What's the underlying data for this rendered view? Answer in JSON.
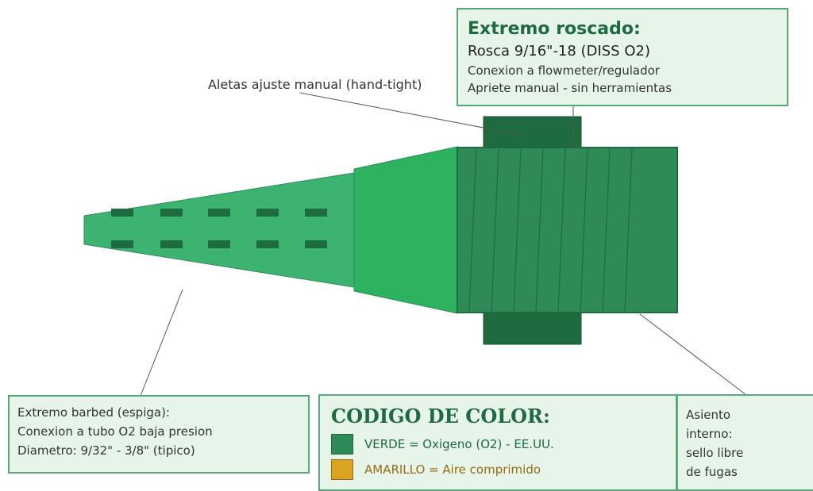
{
  "labels": {
    "fins": "Aletas ajuste manual (hand-tight)"
  },
  "threaded_end": {
    "title": "Extremo roscado:",
    "thread": "Rosca 9/16\"-18 (DISS O2)",
    "line1": "Conexion a flowmeter/regulador",
    "line2": "Apriete manual - sin herramientas"
  },
  "barbed_end": {
    "line1": "Extremo barbed (espiga):",
    "line2": "Conexion a tubo O2 baja presion",
    "line3": "Diametro: 9/32\" - 3/8\" (tipico)"
  },
  "color_code": {
    "title": "CODIGO DE COLOR:",
    "items": [
      {
        "label": "VERDE = Oxigeno (O2) - EE.UU.",
        "color": "#2e8b57",
        "text_color": "#1e6b40"
      },
      {
        "label": "AMARILLO = Aire comprimido",
        "color": "#daa520",
        "text_color": "#9a6a10"
      }
    ]
  },
  "internal_seat": {
    "line1": "Asiento",
    "line2": "interno:",
    "line3": "sello libre",
    "line4": "de fugas"
  },
  "colors": {
    "barb_light": "#3cb371",
    "body_green": "#2db360",
    "threaded_dark": "#2e8b57",
    "fin_dark": "#1e6b40",
    "box_fill": "#e6f4ea",
    "box_border": "#5aa77d"
  }
}
